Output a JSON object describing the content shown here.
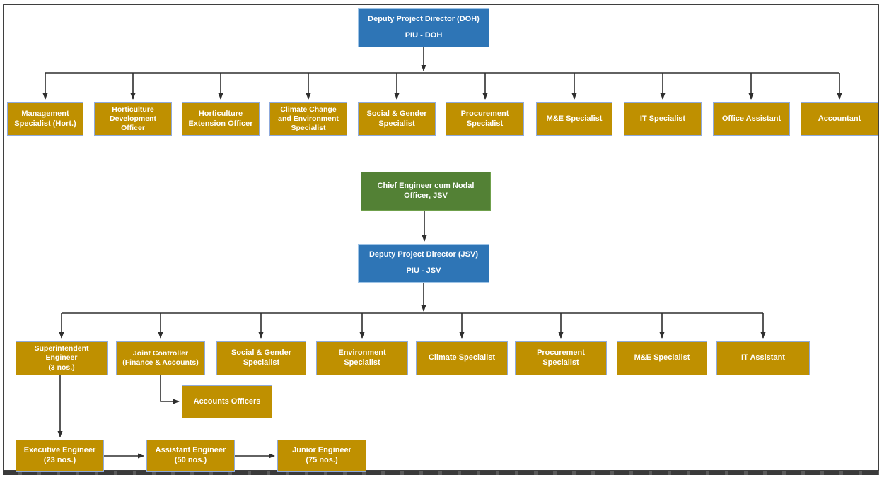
{
  "colors": {
    "gold": "#BF9000",
    "blue": "#2E75B6",
    "green": "#538135",
    "box_border": "#8FAADC",
    "blue_border": "#9DC3E6",
    "green_border": "#6FA04C",
    "line": "#2e2e2e"
  },
  "doh_unit": {
    "line1": "Deputy Project Director (DOH)",
    "line2": "PIU - DOH"
  },
  "doh_staff": [
    {
      "label": "Management\nSpecialist (Hort.)"
    },
    {
      "label": "Horticulture\nDevelopment\nOfficer"
    },
    {
      "label": "Horticulture\nExtension Officer"
    },
    {
      "label": "Climate Change\nand Environment\nSpecialist"
    },
    {
      "label": "Social & Gender\nSpecialist"
    },
    {
      "label": "Procurement\nSpecialist"
    },
    {
      "label": "M&E Specialist"
    },
    {
      "label": "IT Specialist"
    },
    {
      "label": "Office Assistant"
    },
    {
      "label": "Accountant"
    }
  ],
  "chief_engineer": {
    "label": "Chief Engineer cum Nodal\nOfficer, JSV"
  },
  "jsv_unit": {
    "line1": "Deputy Project Director (JSV)",
    "line2": "PIU - JSV"
  },
  "jsv_staff": [
    {
      "label": "Superintendent\nEngineer\n(3 nos.)"
    },
    {
      "label": "Joint Controller\n(Finance & Accounts)"
    },
    {
      "label": "Social & Gender\nSpecialist"
    },
    {
      "label": "Environment\nSpecialist"
    },
    {
      "label": "Climate Specialist"
    },
    {
      "label": "Procurement\nSpecialist"
    },
    {
      "label": "M&E Specialist"
    },
    {
      "label": "IT Assistant"
    }
  ],
  "accounts_officers": {
    "label": "Accounts Officers"
  },
  "engineering_chain": [
    {
      "label": "Executive Engineer\n(23 nos.)"
    },
    {
      "label": "Assistant Engineer\n(50 nos.)"
    },
    {
      "label": "Junior Engineer\n(75 nos.)"
    }
  ]
}
